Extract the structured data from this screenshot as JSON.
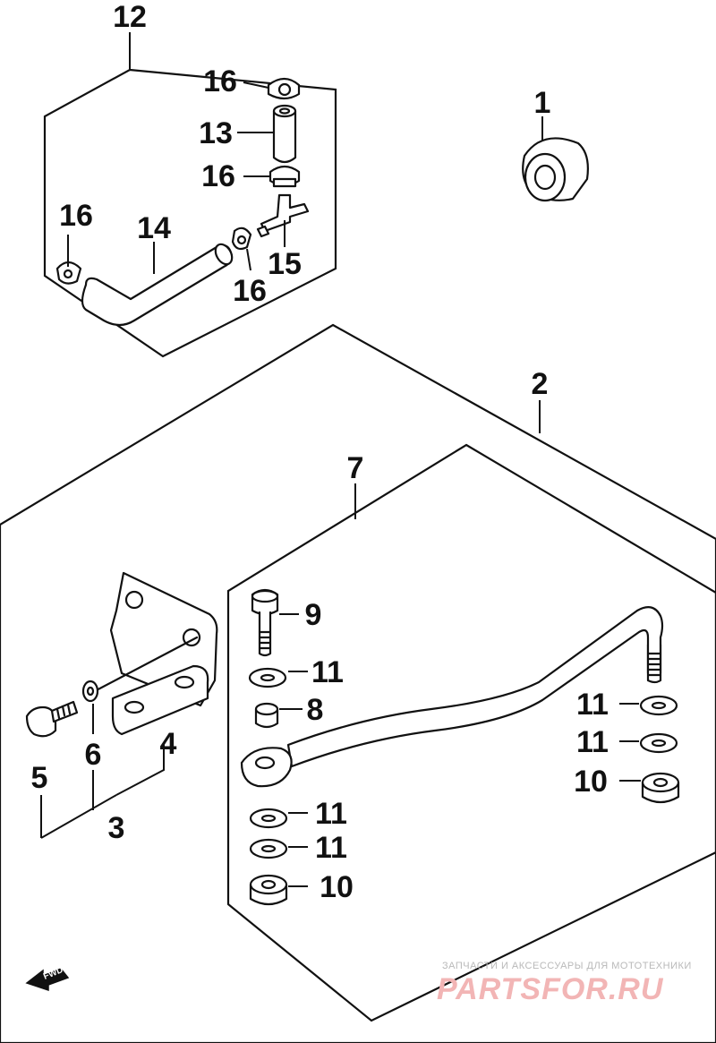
{
  "diagram": {
    "callouts": {
      "c1": "1",
      "c2": "2",
      "c3": "3",
      "c4": "4",
      "c5": "5",
      "c6": "6",
      "c7": "7",
      "c8": "8",
      "c9": "9",
      "c10a": "10",
      "c10b": "10",
      "c11a": "11",
      "c11b": "11",
      "c11c": "11",
      "c11d": "11",
      "c11e": "11",
      "c12": "12",
      "c13": "13",
      "c14": "14",
      "c15": "15",
      "c16a": "16",
      "c16b": "16",
      "c16c": "16",
      "c16d": "16"
    },
    "direction_badge": "FWD",
    "watermark": {
      "line1": "ЗАПЧАСТИ И АКСЕССУАРЫ ДЛЯ МОТОТЕХНИКИ",
      "line2": "PARTSFOR.RU"
    }
  }
}
